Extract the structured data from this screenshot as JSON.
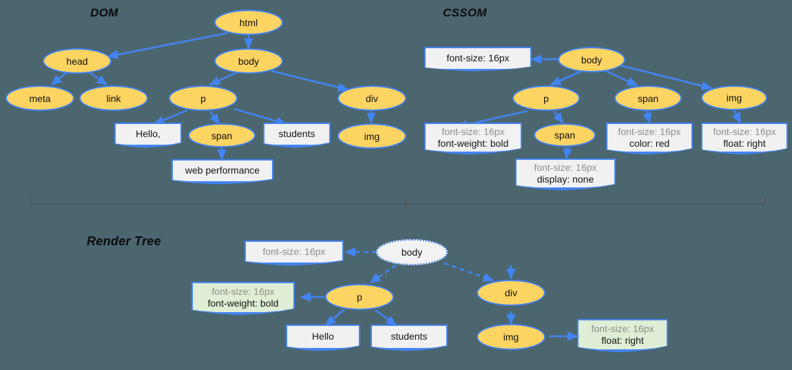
{
  "background_color": "#4c6670",
  "palette": {
    "node_fill": "#fcd462",
    "node_stroke": "#4285f4",
    "box_fill": "#f1f1f1",
    "box_green_fill": "#dfeed4",
    "inherited_text": "#8d8d8d",
    "own_text": "#141414",
    "title_text": "#0b0b0b"
  },
  "sections": {
    "dom": {
      "title": "DOM",
      "nodes": [
        {
          "id": "html",
          "label": "html"
        },
        {
          "id": "head",
          "label": "head"
        },
        {
          "id": "body",
          "label": "body"
        },
        {
          "id": "meta",
          "label": "meta"
        },
        {
          "id": "link",
          "label": "link"
        },
        {
          "id": "p",
          "label": "p"
        },
        {
          "id": "div",
          "label": "div"
        },
        {
          "id": "span",
          "label": "span"
        },
        {
          "id": "img",
          "label": "img"
        }
      ],
      "text_boxes": [
        {
          "id": "hello",
          "label": "Hello,"
        },
        {
          "id": "students",
          "label": "students"
        },
        {
          "id": "webperf",
          "label": "web performance"
        }
      ]
    },
    "cssom": {
      "title": "CSSOM",
      "nodes": [
        {
          "id": "body",
          "label": "body"
        },
        {
          "id": "p",
          "label": "p"
        },
        {
          "id": "span1",
          "label": "span"
        },
        {
          "id": "span2",
          "label": "span"
        },
        {
          "id": "img",
          "label": "img"
        }
      ],
      "rule_boxes": [
        {
          "id": "body-rules",
          "lines": [
            {
              "text": "font-size: 16px",
              "style": "plain"
            }
          ]
        },
        {
          "id": "p-rules",
          "lines": [
            {
              "text": "font-size: 16px",
              "style": "inherit"
            },
            {
              "text": "font-weight: bold",
              "style": "own"
            }
          ]
        },
        {
          "id": "span1-rules",
          "lines": [
            {
              "text": "font-size: 16px",
              "style": "inherit"
            },
            {
              "text": "display: none",
              "style": "own"
            }
          ]
        },
        {
          "id": "span2-rules",
          "lines": [
            {
              "text": "font-size: 16px",
              "style": "inherit"
            },
            {
              "text": "color: red",
              "style": "own"
            }
          ]
        },
        {
          "id": "img-rules",
          "lines": [
            {
              "text": "font-size: 16px",
              "style": "inherit"
            },
            {
              "text": "float: right",
              "style": "own"
            }
          ]
        }
      ]
    },
    "render_tree": {
      "title": "Render Tree",
      "nodes": [
        {
          "id": "body",
          "label": "body",
          "variant": "ghost"
        },
        {
          "id": "p",
          "label": "p",
          "variant": "normal"
        },
        {
          "id": "div",
          "label": "div",
          "variant": "normal"
        },
        {
          "id": "img",
          "label": "img",
          "variant": "normal"
        }
      ],
      "text_boxes": [
        {
          "id": "hello",
          "label": "Hello"
        },
        {
          "id": "students",
          "label": "students"
        }
      ],
      "rule_boxes": [
        {
          "id": "body-rules",
          "fill": "grey",
          "lines": [
            {
              "text": "font-size: 16px",
              "style": "inherit"
            }
          ]
        },
        {
          "id": "p-rules",
          "fill": "green",
          "lines": [
            {
              "text": "font-size: 16px",
              "style": "inherit"
            },
            {
              "text": "font-weight: bold",
              "style": "own"
            }
          ]
        },
        {
          "id": "img-rules",
          "fill": "green",
          "lines": [
            {
              "text": "font-size: 16px",
              "style": "inherit"
            },
            {
              "text": "float: right",
              "style": "own"
            }
          ]
        }
      ]
    }
  }
}
